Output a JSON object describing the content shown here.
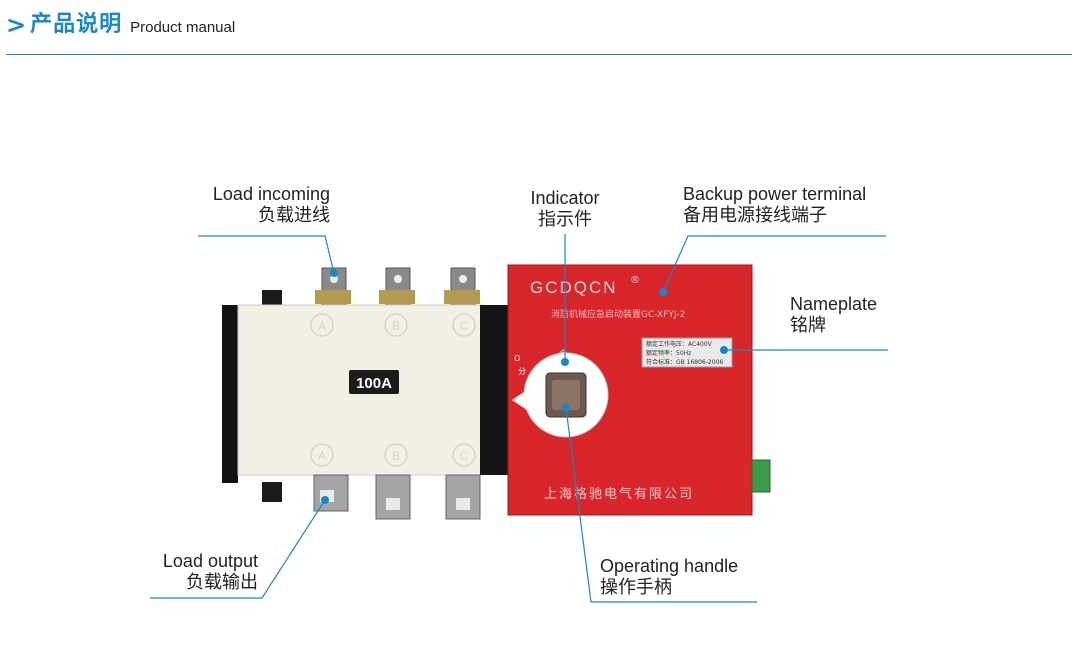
{
  "header": {
    "title_cn": "产品说明",
    "title_en": "Product manual"
  },
  "labels": {
    "load_incoming": {
      "en": "Load incoming",
      "cn": "负载进线"
    },
    "indicator": {
      "en": "Indicator",
      "cn": "指示件"
    },
    "backup_terminal": {
      "en": "Backup power terminal",
      "cn": "备用电源接线端子"
    },
    "nameplate": {
      "en": "Nameplate",
      "cn": "铭牌"
    },
    "load_output": {
      "en": "Load output",
      "cn": "负载输出"
    },
    "operating_handle": {
      "en": "Operating handle",
      "cn": "操作手柄"
    }
  },
  "device": {
    "brand": "GCDQCN",
    "brand_mark": "®",
    "model_line": "消防机械应急启动装置GC-XFYJ-2",
    "rating": "100A",
    "company": "上海格驰电气有限公司",
    "phase_letters": [
      "A",
      "B",
      "C"
    ],
    "handle_marks": {
      "on": "合",
      "off": "分",
      "zero": "O"
    },
    "nameplate_lines": [
      "额定工作电压：AC400V",
      "额定频率：50Hz",
      "符合标准：GB 16806-2006"
    ]
  },
  "colors": {
    "accent": "#1a86c8",
    "red_panel": "#d8262b",
    "body": "#f1efe6"
  }
}
